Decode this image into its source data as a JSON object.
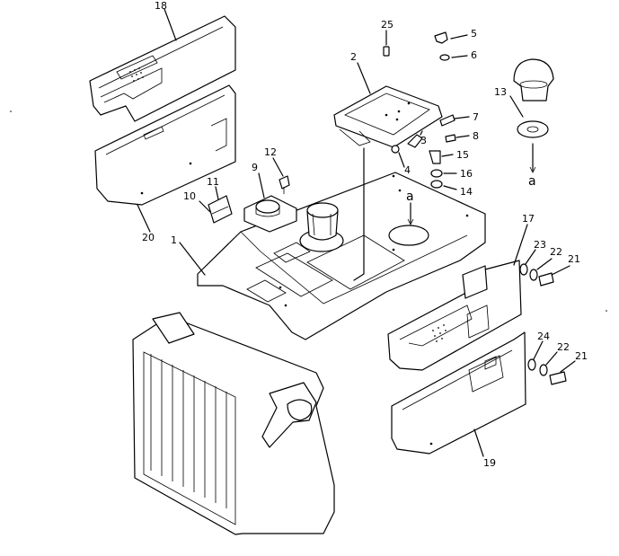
{
  "callouts": [
    {
      "id": "c18",
      "text": "18"
    },
    {
      "id": "c25",
      "text": "25"
    },
    {
      "id": "c5",
      "text": "5"
    },
    {
      "id": "c6",
      "text": "6"
    },
    {
      "id": "c2",
      "text": "2"
    },
    {
      "id": "c13",
      "text": "13"
    },
    {
      "id": "c7",
      "text": "7"
    },
    {
      "id": "c8",
      "text": "8"
    },
    {
      "id": "c3",
      "text": "3"
    },
    {
      "id": "c15",
      "text": "15"
    },
    {
      "id": "c4",
      "text": "4"
    },
    {
      "id": "c16",
      "text": "16"
    },
    {
      "id": "c14",
      "text": "14"
    },
    {
      "id": "c12",
      "text": "12"
    },
    {
      "id": "c9",
      "text": "9"
    },
    {
      "id": "c11",
      "text": "11"
    },
    {
      "id": "c10",
      "text": "10"
    },
    {
      "id": "c20",
      "text": "20"
    },
    {
      "id": "c1",
      "text": "1"
    },
    {
      "id": "c17",
      "text": "17"
    },
    {
      "id": "c23",
      "text": "23"
    },
    {
      "id": "c22a",
      "text": "22"
    },
    {
      "id": "c21a",
      "text": "21"
    },
    {
      "id": "c24",
      "text": "24"
    },
    {
      "id": "c22b",
      "text": "22"
    },
    {
      "id": "c21b",
      "text": "21"
    },
    {
      "id": "c19",
      "text": "19"
    }
  ],
  "refs": [
    {
      "id": "ra1",
      "text": "a"
    },
    {
      "id": "ra2",
      "text": "a"
    }
  ]
}
